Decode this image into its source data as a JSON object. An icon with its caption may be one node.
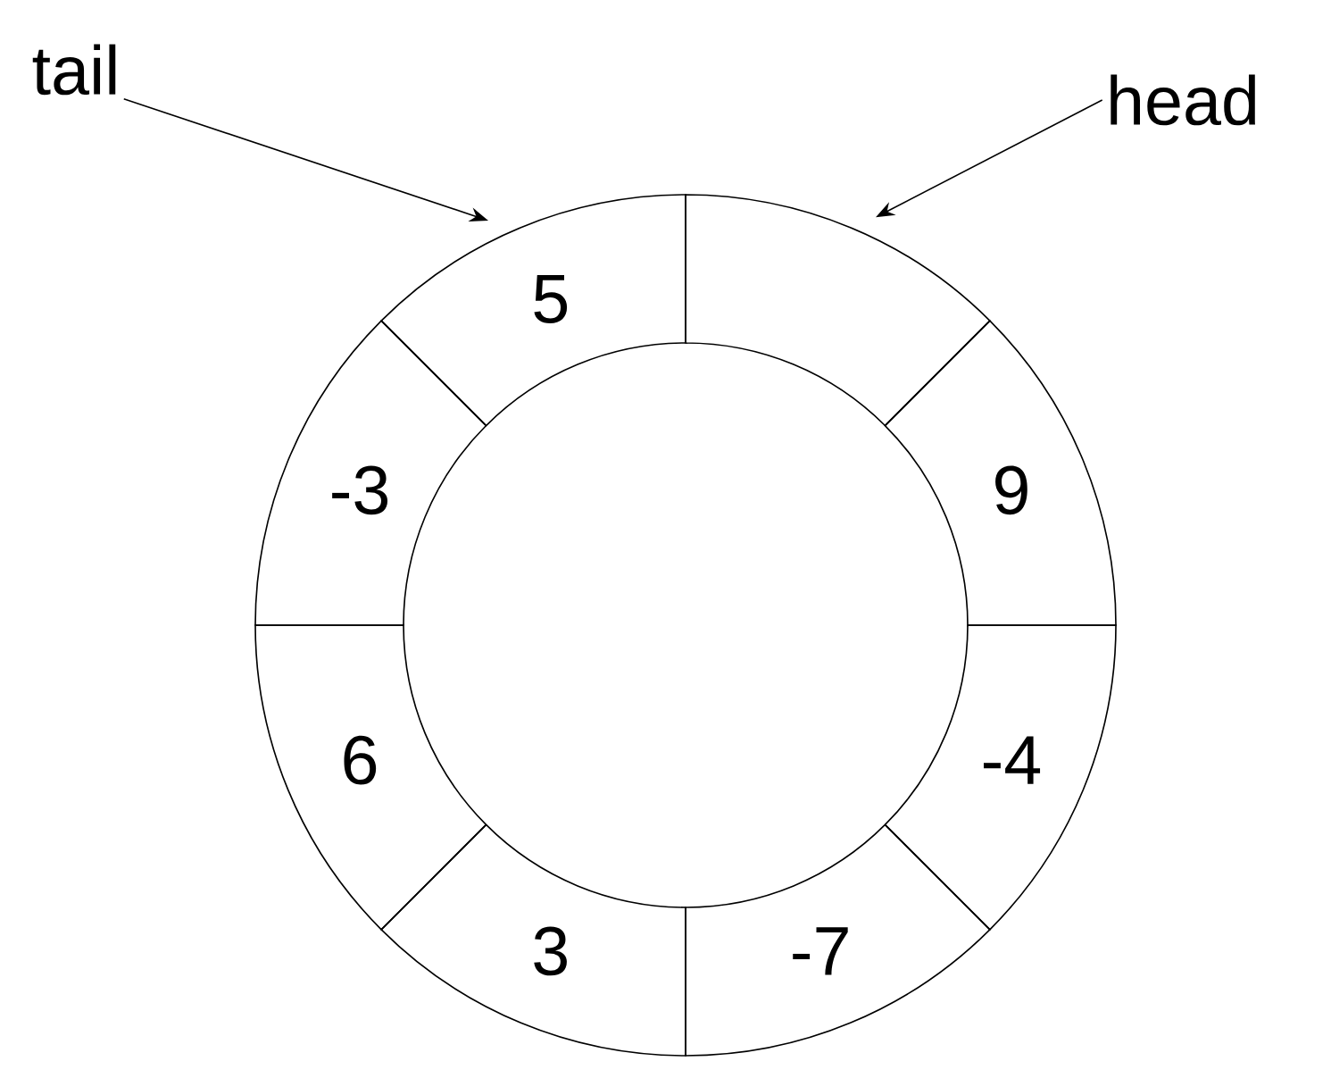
{
  "diagram": {
    "nodes": [
      {
        "text": [
          "tail"
        ]
      },
      {
        "text": [
          "head"
        ]
      },
      {
        "text": [
          "5"
        ]
      },
      {
        "text": [],
        "shape": "sector"
      },
      {
        "text": [
          "-3"
        ]
      },
      {
        "text": [
          "9"
        ]
      },
      {
        "text": [
          "6"
        ]
      },
      {
        "text": [
          "-4"
        ]
      },
      {
        "text": [
          "3"
        ]
      },
      {
        "text": [
          "-7"
        ]
      }
    ],
    "edges": [
      {
        "from": 0,
        "to": 2,
        "arrow": "to"
      },
      {
        "from": 1,
        "to": 3,
        "arrow": "to"
      }
    ]
  }
}
